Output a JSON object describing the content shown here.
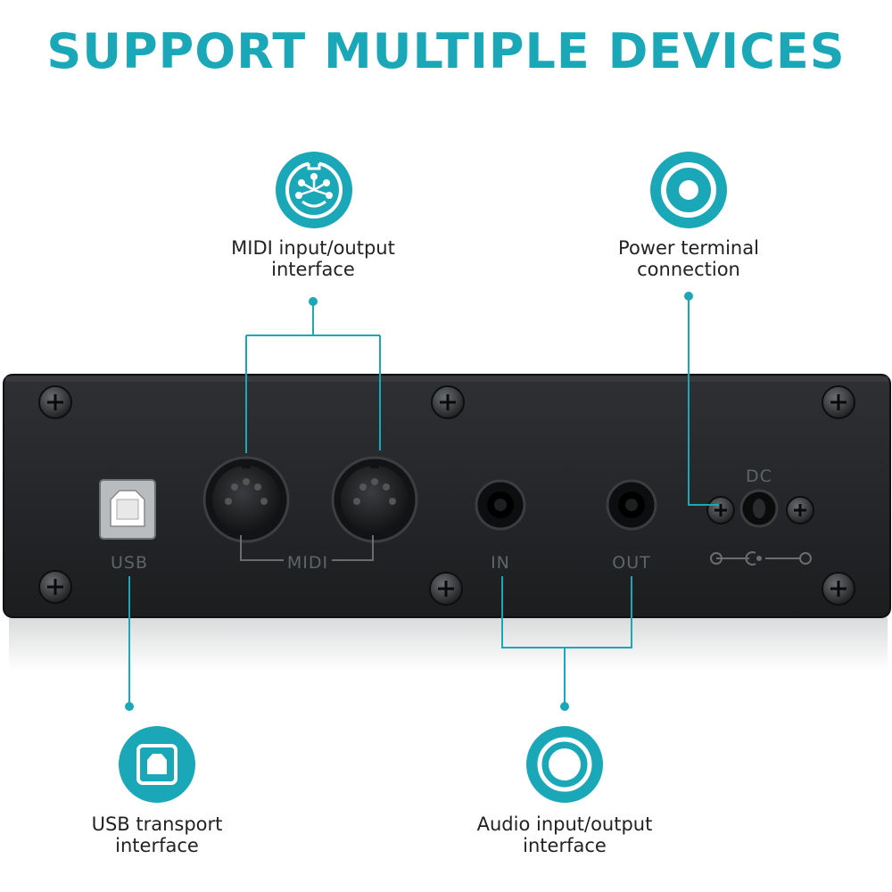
{
  "headline": "SUPPORT MULTIPLE DEVICES",
  "accent_color": "#1aa8b8",
  "callouts": {
    "midi": {
      "icon": "midi-din-icon",
      "line1": "MIDI input/output",
      "line2": "interface"
    },
    "power": {
      "icon": "power-jack-icon",
      "line1": "Power terminal",
      "line2": "connection"
    },
    "usb": {
      "icon": "usb-b-icon",
      "line1": "USB transport",
      "line2": "interface"
    },
    "audio": {
      "icon": "audio-jack-icon",
      "line1": "Audio input/output",
      "line2": "interface"
    }
  },
  "panel": {
    "usb_label": "USB",
    "midi_label": "MIDI",
    "in_label": "IN",
    "out_label": "OUT",
    "dc_label": "DC"
  }
}
